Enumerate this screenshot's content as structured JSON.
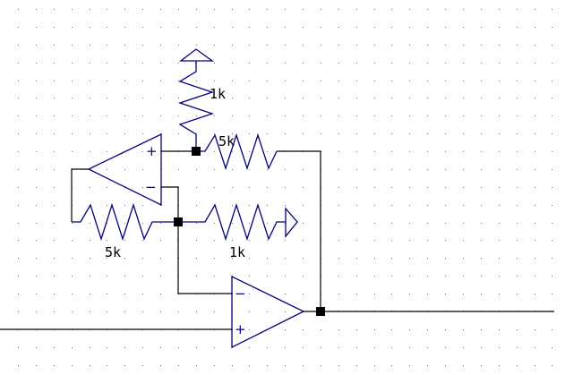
{
  "labels": {
    "r_top": "1k",
    "r_feedback_top": "5k",
    "r_left": "5k",
    "r_ground_right": "1k"
  },
  "opamp_pins": {
    "plus": "+",
    "minus": "−"
  },
  "colors": {
    "component": "#000080",
    "wire": "#000000",
    "grid_dot": "#6d6d6d",
    "background": "#ffffff"
  }
}
